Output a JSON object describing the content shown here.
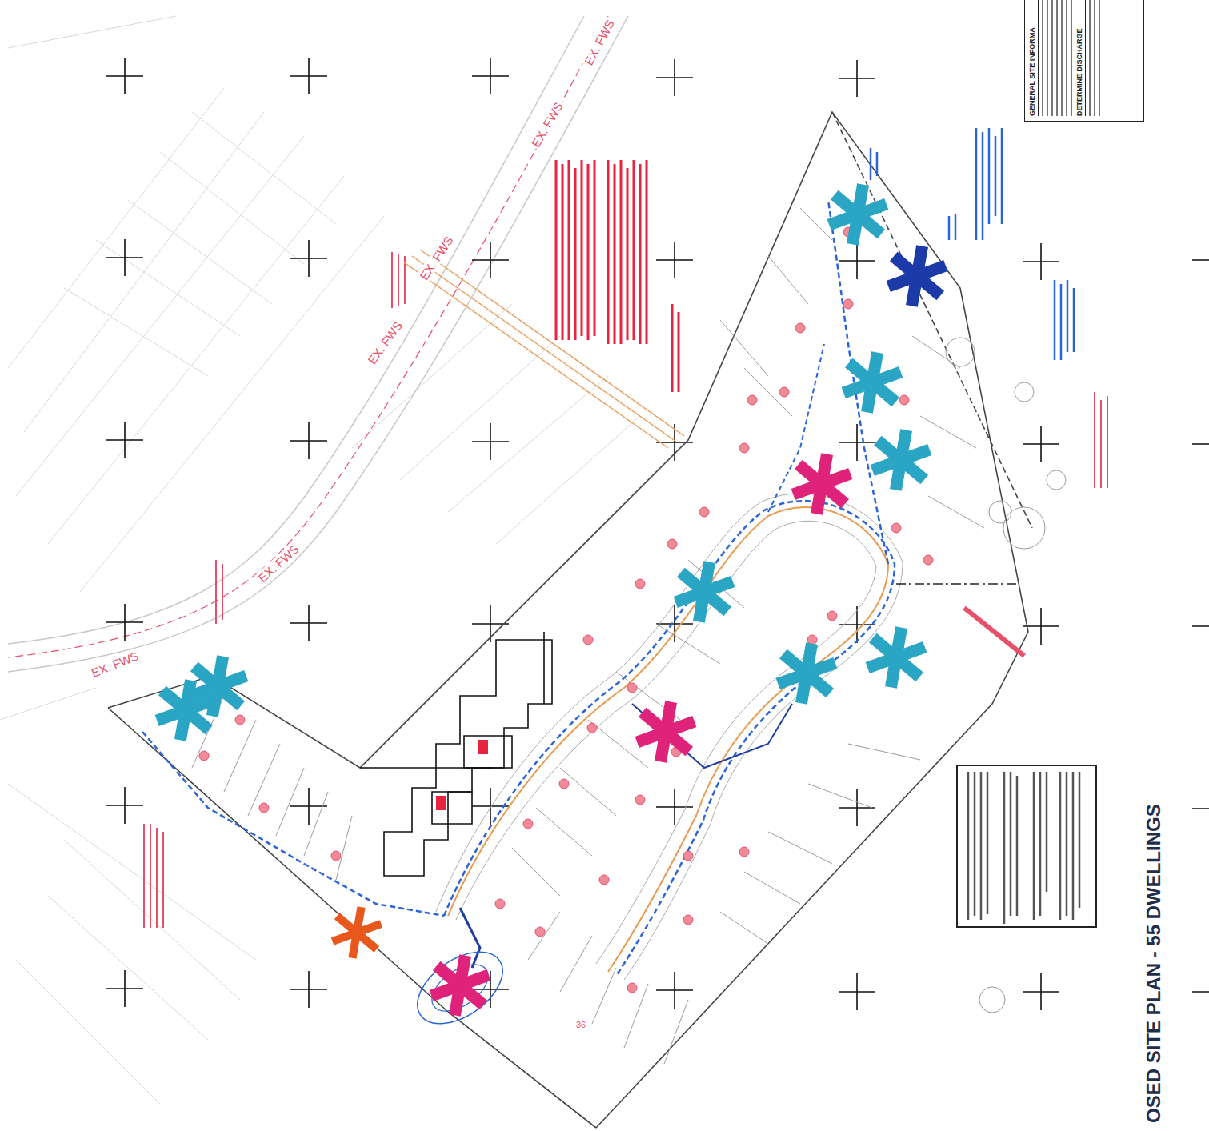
{
  "diagram": {
    "title": "OSED SITE PLAN - 55 DWELLINGS",
    "nodes": [
      {
        "text": [
          "GENERAL SITE INFORMA",
          "DETERMINE DISCHARGE"
        ]
      }
    ],
    "labels": [
      "EX. FWS",
      "EX. FWS",
      "EX. FWS",
      "EX. FWS",
      "EX. FWS",
      "EX. FWS",
      "36"
    ]
  }
}
